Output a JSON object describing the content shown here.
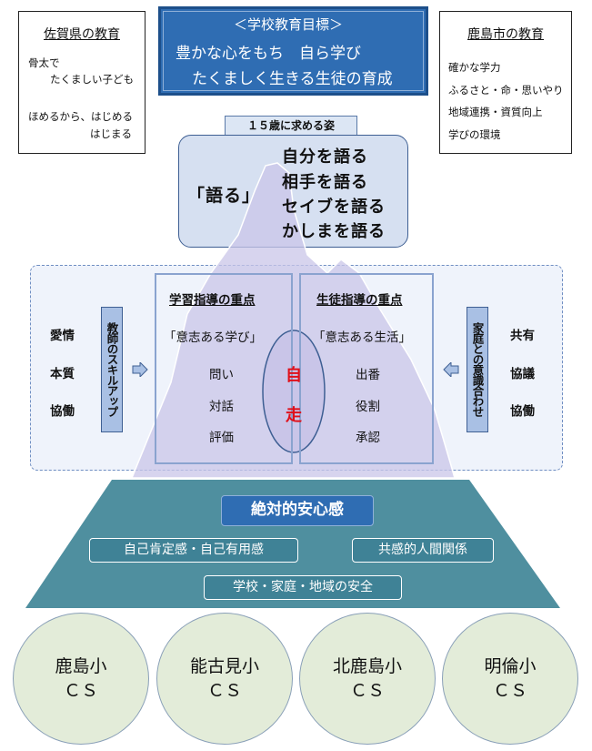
{
  "saga": {
    "title": "佐賀県の教育",
    "lines": [
      "骨太で",
      "たくましい子ども",
      "ほめるから、はじめる",
      "はじまる"
    ]
  },
  "kashima_city": {
    "title": "鹿島市の教育",
    "items": [
      "確かな学力",
      "ふるさと・命・思いやり",
      "地域連携・資質向上",
      "学びの環境"
    ]
  },
  "goal": {
    "heading": "＜学校教育目標＞",
    "line1": "豊かな心をもち　自ら学び",
    "line2": "たくましく生きる生徒の育成"
  },
  "age15": {
    "tag": "１５歳に求める姿",
    "main": "「語る」",
    "items": [
      "自分を語る",
      "相手を語る",
      "セイブを語る",
      "かしまを語る"
    ]
  },
  "left_side": {
    "words": [
      "愛情",
      "本質",
      "協働"
    ],
    "vertical_label": "教師のスキルアップ"
  },
  "right_side": {
    "words": [
      "共有",
      "協議",
      "協働"
    ],
    "vertical_label": "家庭との意識合わせ"
  },
  "learning": {
    "title": "学習指導の重点",
    "motto": "「意志ある学び」",
    "items": [
      "問い",
      "対話",
      "評価"
    ]
  },
  "student": {
    "title": "生徒指導の重点",
    "motto": "「意志ある生活」",
    "items": [
      "出番",
      "役割",
      "承認"
    ]
  },
  "center": {
    "char1": "自",
    "char2": "走"
  },
  "base": {
    "top": "絶対的安心感",
    "left": "自己肯定感・自己有用感",
    "right": "共感的人間関係",
    "bottom": "学校・家庭・地域の安全"
  },
  "schools": [
    {
      "name": "鹿島小",
      "cs": "ＣＳ"
    },
    {
      "name": "能古見小",
      "cs": "ＣＳ"
    },
    {
      "name": "北鹿島小",
      "cs": "ＣＳ"
    },
    {
      "name": "明倫小",
      "cs": "ＣＳ"
    }
  ],
  "colors": {
    "goal_blue": "#2f6db3",
    "mountain": "#c9c5e8",
    "base_teal": "#4f8f9f",
    "center_red": "#e0101a",
    "circle_fill": "#e3ecd9"
  }
}
